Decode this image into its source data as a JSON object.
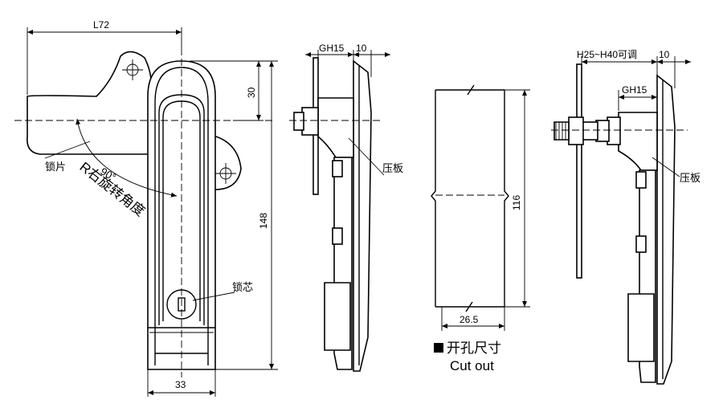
{
  "dimensions": {
    "width_l": "L72",
    "height_top": "30",
    "height_total": "148",
    "width_bottom": "33",
    "gh_side": "GH15",
    "ten_side": "10",
    "cutout_height": "116",
    "cutout_width": "26.5",
    "h_range": "H25~H40可调",
    "ten_right": "10",
    "gh_right": "GH15"
  },
  "labels": {
    "lock_plate": "锁片",
    "angle": "90°",
    "rotation": "R右旋转角度",
    "lock_core": "锁芯",
    "press_plate_side": "压板",
    "press_plate_right": "压板",
    "cutout_cn": "开孔尺寸",
    "cutout_en": "Cut out"
  }
}
